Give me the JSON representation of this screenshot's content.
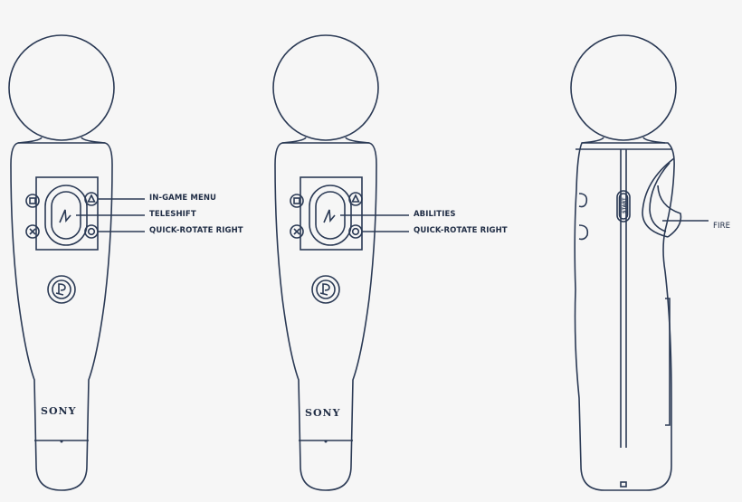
{
  "diagrams": [
    {
      "brand": "SONY",
      "labels": [
        "IN-GAME MENU",
        "TELESHIFT",
        "QUICK-ROTATE RIGHT"
      ]
    },
    {
      "brand": "SONY",
      "labels": [
        "ABILITIES",
        "QUICK-ROTATE RIGHT"
      ]
    },
    {
      "button_text": "START",
      "labels": [
        "FIRE"
      ]
    }
  ],
  "colors": {
    "line": "#2b3a55",
    "background": "#f6f6f6"
  }
}
